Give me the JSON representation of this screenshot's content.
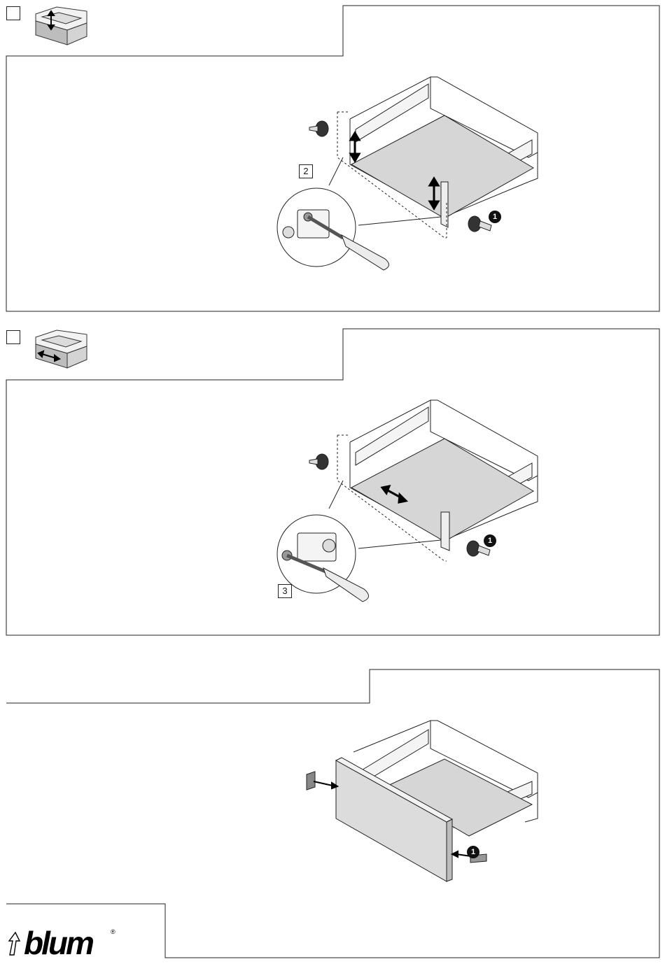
{
  "steps": [
    {
      "callout_label": "2",
      "badge": "1"
    },
    {
      "callout_label": "3",
      "badge": "1"
    },
    {
      "badge": "1"
    }
  ],
  "brand": {
    "name": "blum",
    "registered": "®"
  },
  "colors": {
    "line": "#222222",
    "floor": "#d6d6d6",
    "front": "#dcdcdc",
    "badge": "#111111"
  },
  "icons": [
    "drawer-height-adjust-icon",
    "drawer-side-adjust-icon",
    "screwdriver-icon",
    "blum-logo-icon"
  ]
}
